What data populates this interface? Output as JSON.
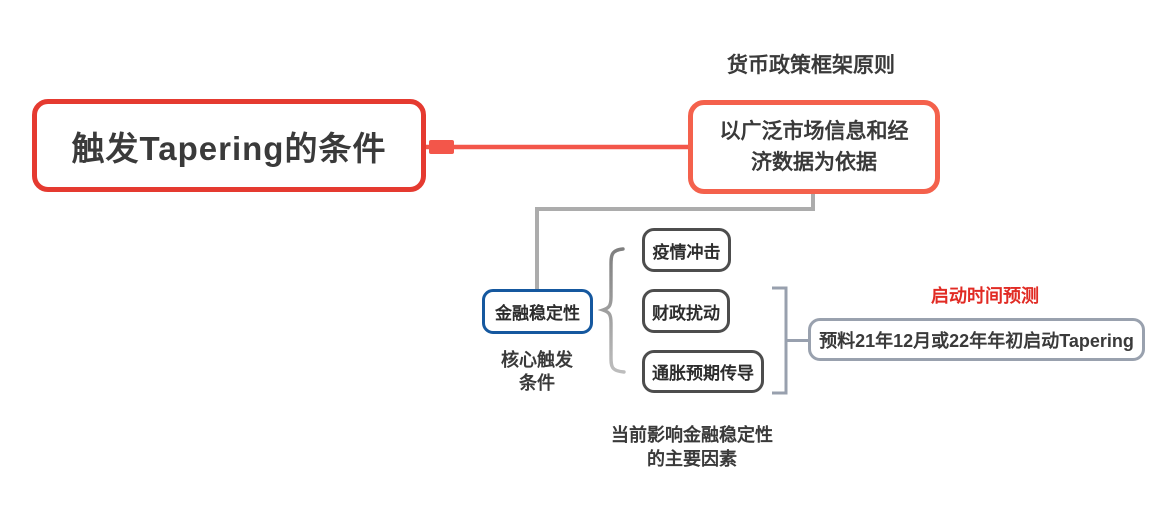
{
  "root_node": {
    "label": "触发Tapering的条件"
  },
  "policy_branch": {
    "title": "货币政策框架原则",
    "node": {
      "line1": "以广泛市场信息和经",
      "line2": "济数据为依据"
    }
  },
  "stability_branch": {
    "node_label": "金融稳定性",
    "caption": {
      "line1": "核心触发",
      "line2": "条件"
    }
  },
  "factors": {
    "items": [
      "疫情冲击",
      "财政扰动",
      "通胀预期传导"
    ],
    "caption": {
      "line1": "当前影响金融稳定性",
      "line2": "的主要因素"
    }
  },
  "prediction": {
    "title": "启动时间预测",
    "node_label": "预料21年12月或22年年初启动Tapering"
  },
  "colors": {
    "root_border": "#e53a30",
    "red_connector": "#f3564a",
    "policy_border": "#f4614c",
    "stability_border": "#15589f",
    "factor_border": "#4d4d4d",
    "gray_connector": "#acacac",
    "bracket_gray": "#98a0ae",
    "prediction_title_red": "#e12b24",
    "text_dark": "#333333"
  }
}
